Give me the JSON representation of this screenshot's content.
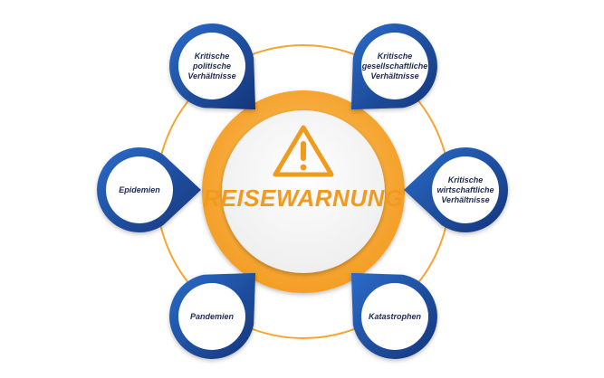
{
  "center": {
    "title": "REISEWARNUNG",
    "icon": "warning-triangle-icon"
  },
  "nodes": [
    {
      "id": "kritische-politische-verhaeltnisse",
      "lines": [
        "Kritische",
        "politische",
        "Verhältnisse"
      ]
    },
    {
      "id": "kritische-gesellschaftliche-verhaeltnisse",
      "lines": [
        "Kritische",
        "gesellschaftliche",
        "Verhältnisse"
      ]
    },
    {
      "id": "epidemien",
      "lines": [
        "Epidemien"
      ]
    },
    {
      "id": "kritische-wirtschaftliche-verhaeltnisse",
      "lines": [
        "Kritische",
        "wirtschaftliche",
        "Verhältnisse"
      ]
    },
    {
      "id": "pandemien",
      "lines": [
        "Pandemien"
      ]
    },
    {
      "id": "katastrophen",
      "lines": [
        "Katastrophen"
      ]
    }
  ],
  "colors": {
    "orange_outer": "#f6a531",
    "orange_inner": "#f8b94e",
    "orange_text": "#f09a1e",
    "blue_dark": "#1b3f8f",
    "blue_light": "#2a6cc9",
    "label_text": "#1f2a55",
    "ring": "#f6a531",
    "node_fill": "#ffffff"
  }
}
